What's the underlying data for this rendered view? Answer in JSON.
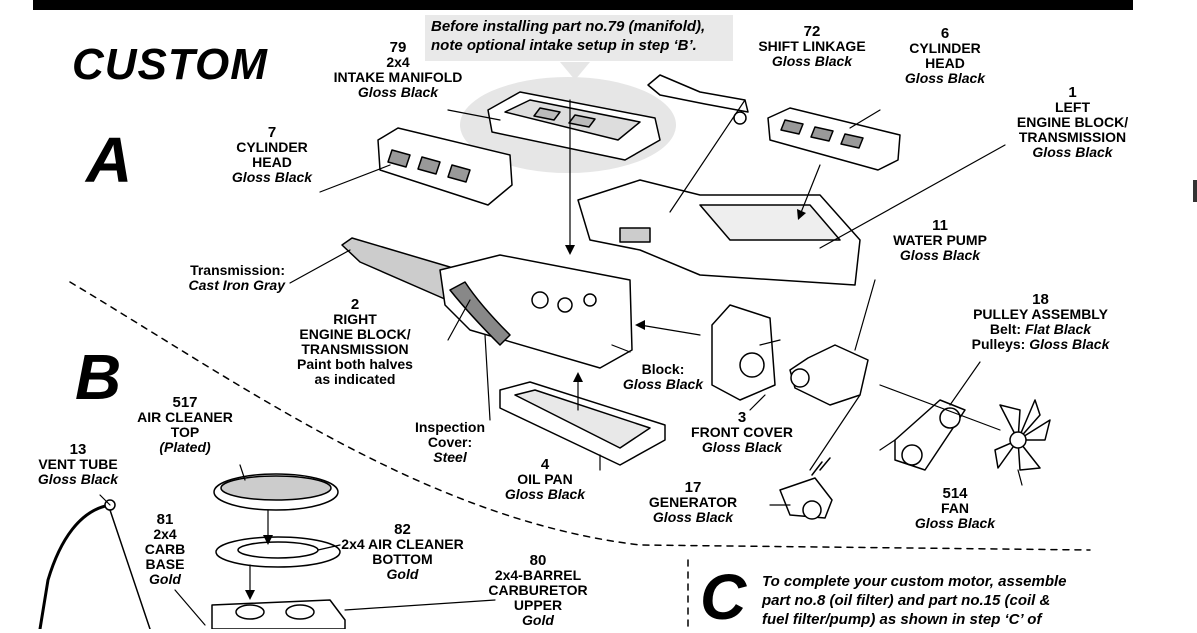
{
  "title": "CUSTOM",
  "steps": {
    "a": "A",
    "b": "B",
    "c": "C"
  },
  "note": {
    "line1": "Before installing part no.79 (manifold),",
    "line2": "note optional intake setup in step ‘B’."
  },
  "c_note": {
    "line1": "To complete your custom motor, assemble",
    "line2": "part no.8 (oil filter) and part no.15 (coil &",
    "line3": "fuel filter/pump) as shown in step ‘C’ of"
  },
  "parts": {
    "p79": {
      "num": "79",
      "l1": "2x4",
      "l2": "INTAKE MANIFOLD",
      "finish": "Gloss Black"
    },
    "p72": {
      "num": "72",
      "l1": "SHIFT LINKAGE",
      "finish": "Gloss Black"
    },
    "p6": {
      "num": "6",
      "l1": "CYLINDER",
      "l2": "HEAD",
      "finish": "Gloss Black"
    },
    "p1": {
      "num": "1",
      "l1": "LEFT",
      "l2": "ENGINE BLOCK/",
      "l3": "TRANSMISSION",
      "finish": "Gloss Black"
    },
    "p7": {
      "num": "7",
      "l1": "CYLINDER",
      "l2": "HEAD",
      "finish": "Gloss Black"
    },
    "trans": {
      "l1": "Transmission:",
      "finish": "Cast Iron Gray"
    },
    "p2": {
      "num": "2",
      "l1": "RIGHT",
      "l2": "ENGINE BLOCK/",
      "l3": "TRANSMISSION",
      "l4": "Paint both halves",
      "l5": "as indicated"
    },
    "p11": {
      "num": "11",
      "l1": "WATER PUMP",
      "finish": "Gloss Black"
    },
    "p18": {
      "num": "18",
      "l1": "PULLEY ASSEMBLY",
      "belt_label": "Belt:",
      "belt": "Flat Black",
      "pulleys_label": "Pulleys:",
      "pulleys": "Gloss Black"
    },
    "block": {
      "l1": "Block:",
      "finish": "Gloss Black"
    },
    "inspection": {
      "l1": "Inspection",
      "l2": "Cover:",
      "finish": "Steel"
    },
    "p4": {
      "num": "4",
      "l1": "OIL PAN",
      "finish": "Gloss Black"
    },
    "p3": {
      "num": "3",
      "l1": "FRONT COVER",
      "finish": "Gloss Black"
    },
    "p17": {
      "num": "17",
      "l1": "GENERATOR",
      "finish": "Gloss Black"
    },
    "p514": {
      "num": "514",
      "l1": "FAN",
      "finish": "Gloss Black"
    },
    "p517": {
      "num": "517",
      "l1": "AIR CLEANER",
      "l2": "TOP",
      "finish": "(Plated)"
    },
    "p13": {
      "num": "13",
      "l1": "VENT TUBE",
      "finish": "Gloss Black"
    },
    "p81": {
      "num": "81",
      "l1": "2x4",
      "l2": "CARB",
      "l3": "BASE",
      "finish": "Gold"
    },
    "p82": {
      "num": "82",
      "l1": "2x4 AIR CLEANER",
      "l2": "BOTTOM",
      "finish": "Gold"
    },
    "p80": {
      "num": "80",
      "l1": "2x4-BARREL",
      "l2": "CARBURETOR",
      "l3": "UPPER",
      "finish": "Gold"
    }
  }
}
